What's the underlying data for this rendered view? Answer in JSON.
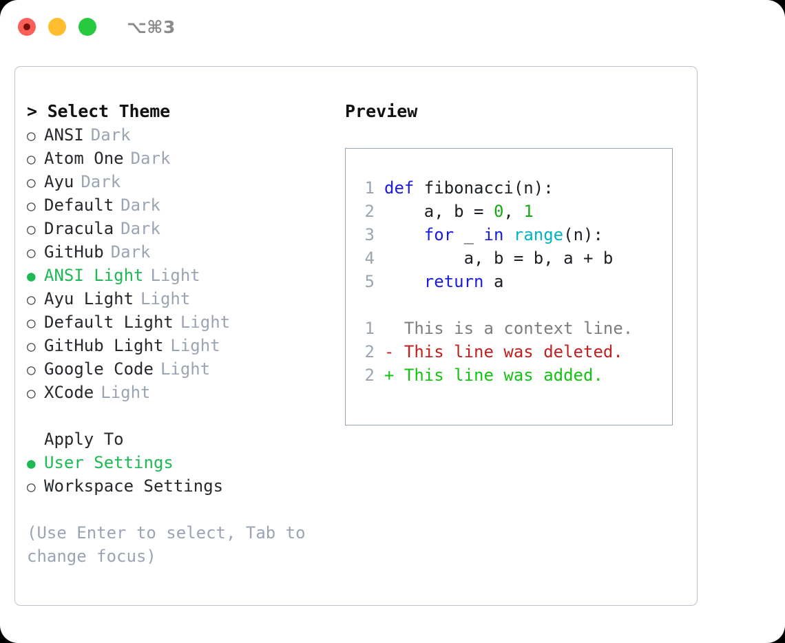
{
  "titlebar": {
    "shortcut": "⌥⌘3",
    "lights": [
      {
        "name": "close",
        "color": "#fb6058"
      },
      {
        "name": "minimize",
        "color": "#ffbe2f"
      },
      {
        "name": "maximize",
        "color": "#27c93f"
      }
    ]
  },
  "theme_picker": {
    "title": "> Select Theme",
    "options": [
      {
        "bullet": "○",
        "label": "ANSI",
        "kind": "Dark",
        "selected": false
      },
      {
        "bullet": "○",
        "label": "Atom One",
        "kind": "Dark",
        "selected": false
      },
      {
        "bullet": "○",
        "label": "Ayu",
        "kind": "Dark",
        "selected": false
      },
      {
        "bullet": "○",
        "label": "Default",
        "kind": "Dark",
        "selected": false
      },
      {
        "bullet": "○",
        "label": "Dracula",
        "kind": "Dark",
        "selected": false
      },
      {
        "bullet": "○",
        "label": "GitHub",
        "kind": "Dark",
        "selected": false
      },
      {
        "bullet": "●",
        "label": "ANSI Light",
        "kind": "Light",
        "selected": true
      },
      {
        "bullet": "○",
        "label": "Ayu Light",
        "kind": "Light",
        "selected": false
      },
      {
        "bullet": "○",
        "label": "Default Light",
        "kind": "Light",
        "selected": false
      },
      {
        "bullet": "○",
        "label": "GitHub Light",
        "kind": "Light",
        "selected": false
      },
      {
        "bullet": "○",
        "label": "Google Code",
        "kind": "Light",
        "selected": false
      },
      {
        "bullet": "○",
        "label": "XCode",
        "kind": "Light",
        "selected": false
      }
    ]
  },
  "apply_to": {
    "title": "Apply To",
    "options": [
      {
        "bullet": "●",
        "label": "User Settings",
        "selected": true
      },
      {
        "bullet": "○",
        "label": "Workspace Settings",
        "selected": false
      }
    ]
  },
  "hint": "(Use Enter to select, Tab to change focus)",
  "preview": {
    "title": "Preview",
    "code_lines": [
      {
        "no": "1",
        "segments": [
          {
            "t": "def",
            "c": "kw"
          },
          {
            "t": " fibonacci(n):",
            "c": "code-txt"
          }
        ]
      },
      {
        "no": "2",
        "segments": [
          {
            "t": "    a, b = ",
            "c": "code-txt"
          },
          {
            "t": "0",
            "c": "num"
          },
          {
            "t": ", ",
            "c": "code-txt"
          },
          {
            "t": "1",
            "c": "num"
          }
        ]
      },
      {
        "no": "3",
        "segments": [
          {
            "t": "    ",
            "c": "code-txt"
          },
          {
            "t": "for",
            "c": "kw"
          },
          {
            "t": " _ ",
            "c": "code-txt"
          },
          {
            "t": "in",
            "c": "kw"
          },
          {
            "t": " ",
            "c": "code-txt"
          },
          {
            "t": "range",
            "c": "fn"
          },
          {
            "t": "(n):",
            "c": "code-txt"
          }
        ]
      },
      {
        "no": "4",
        "segments": [
          {
            "t": "        a, b = b, a + b",
            "c": "code-txt"
          }
        ]
      },
      {
        "no": "5",
        "segments": [
          {
            "t": "    ",
            "c": "code-txt"
          },
          {
            "t": "return",
            "c": "kw"
          },
          {
            "t": " a",
            "c": "code-txt"
          }
        ]
      }
    ],
    "diff_lines": [
      {
        "no": "1",
        "marker": "  ",
        "text": "This is a context line.",
        "kind": "ctx"
      },
      {
        "no": "2",
        "marker": "- ",
        "text": "This line was deleted.",
        "kind": "del"
      },
      {
        "no": "2",
        "marker": "+ ",
        "text": "This line was added.",
        "kind": "add"
      }
    ]
  },
  "colors": {
    "accent_green": "#1db954",
    "keyword_blue": "#1a1ae0",
    "function_cyan": "#00b4c8",
    "number_green": "#16a916",
    "diff_delete_red": "#c02020",
    "diff_add_green": "#13c213",
    "muted_grey": "#9aa4b2",
    "border_grey": "#b9c2cd"
  }
}
